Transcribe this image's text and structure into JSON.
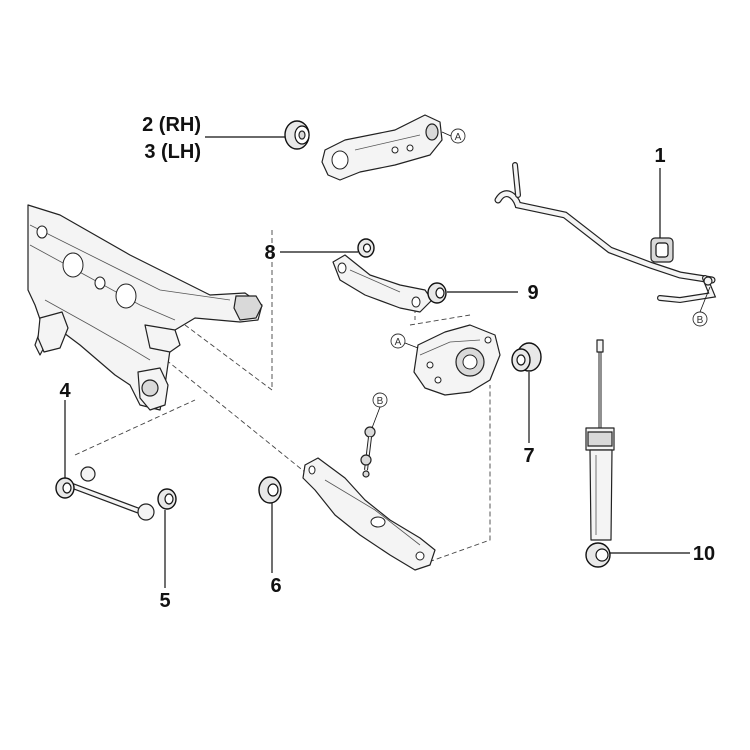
{
  "diagram": {
    "callouts": [
      {
        "id": "1",
        "lines": [
          "1"
        ]
      },
      {
        "id": "2-3",
        "lines": [
          "2 (RH)",
          "3 (LH)"
        ]
      },
      {
        "id": "4",
        "lines": [
          "4"
        ]
      },
      {
        "id": "5",
        "lines": [
          "5"
        ]
      },
      {
        "id": "6",
        "lines": [
          "6"
        ]
      },
      {
        "id": "7",
        "lines": [
          "7"
        ]
      },
      {
        "id": "8",
        "lines": [
          "8"
        ]
      },
      {
        "id": "9",
        "lines": [
          "9"
        ]
      },
      {
        "id": "10",
        "lines": [
          "10"
        ]
      }
    ],
    "reference_letters": {
      "a": "A",
      "b": "B"
    }
  }
}
